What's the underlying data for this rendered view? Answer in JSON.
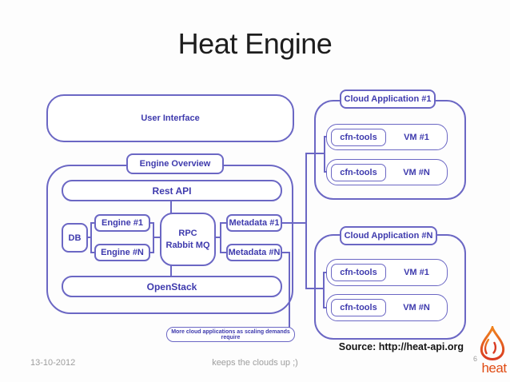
{
  "slide": {
    "title": "Heat Engine",
    "background": "#fdfdfd",
    "accent_color": "#6b67c4",
    "diagram_text_color": "#3e3aad"
  },
  "diagram": {
    "user_interface": {
      "label": "User Interface"
    },
    "engine_overview": {
      "label": "Engine Overview",
      "rest_api": "Rest API",
      "db": "DB",
      "engine_1": "Engine #1",
      "engine_n": "Engine #N",
      "rpc": {
        "line1": "RPC",
        "line2": "Rabbit MQ"
      },
      "metadata_1": "Metadata #1",
      "metadata_n": "Metadata #N",
      "openstack": "OpenStack"
    },
    "cloud_app_1": {
      "label": "Cloud Application #1",
      "rows": [
        {
          "tool": "cfn-tools",
          "vm": "VM #1"
        },
        {
          "tool": "cfn-tools",
          "vm": "VM #N"
        }
      ]
    },
    "cloud_app_n": {
      "label": "Cloud Application #N",
      "rows": [
        {
          "tool": "cfn-tools",
          "vm": "VM #1"
        },
        {
          "tool": "cfn-tools",
          "vm": "VM #N"
        }
      ]
    },
    "note": "More cloud applications as scaling demands require"
  },
  "source": {
    "label": "Source: http://heat-api.org"
  },
  "footer": {
    "date": "13-10-2012",
    "tagline": "keeps the clouds up ;)",
    "page": "6"
  },
  "logo": {
    "text": "heat",
    "flame_icon": "flame-icon",
    "flame_top_color": "#f0831e",
    "flame_bottom_color": "#d93b22"
  }
}
